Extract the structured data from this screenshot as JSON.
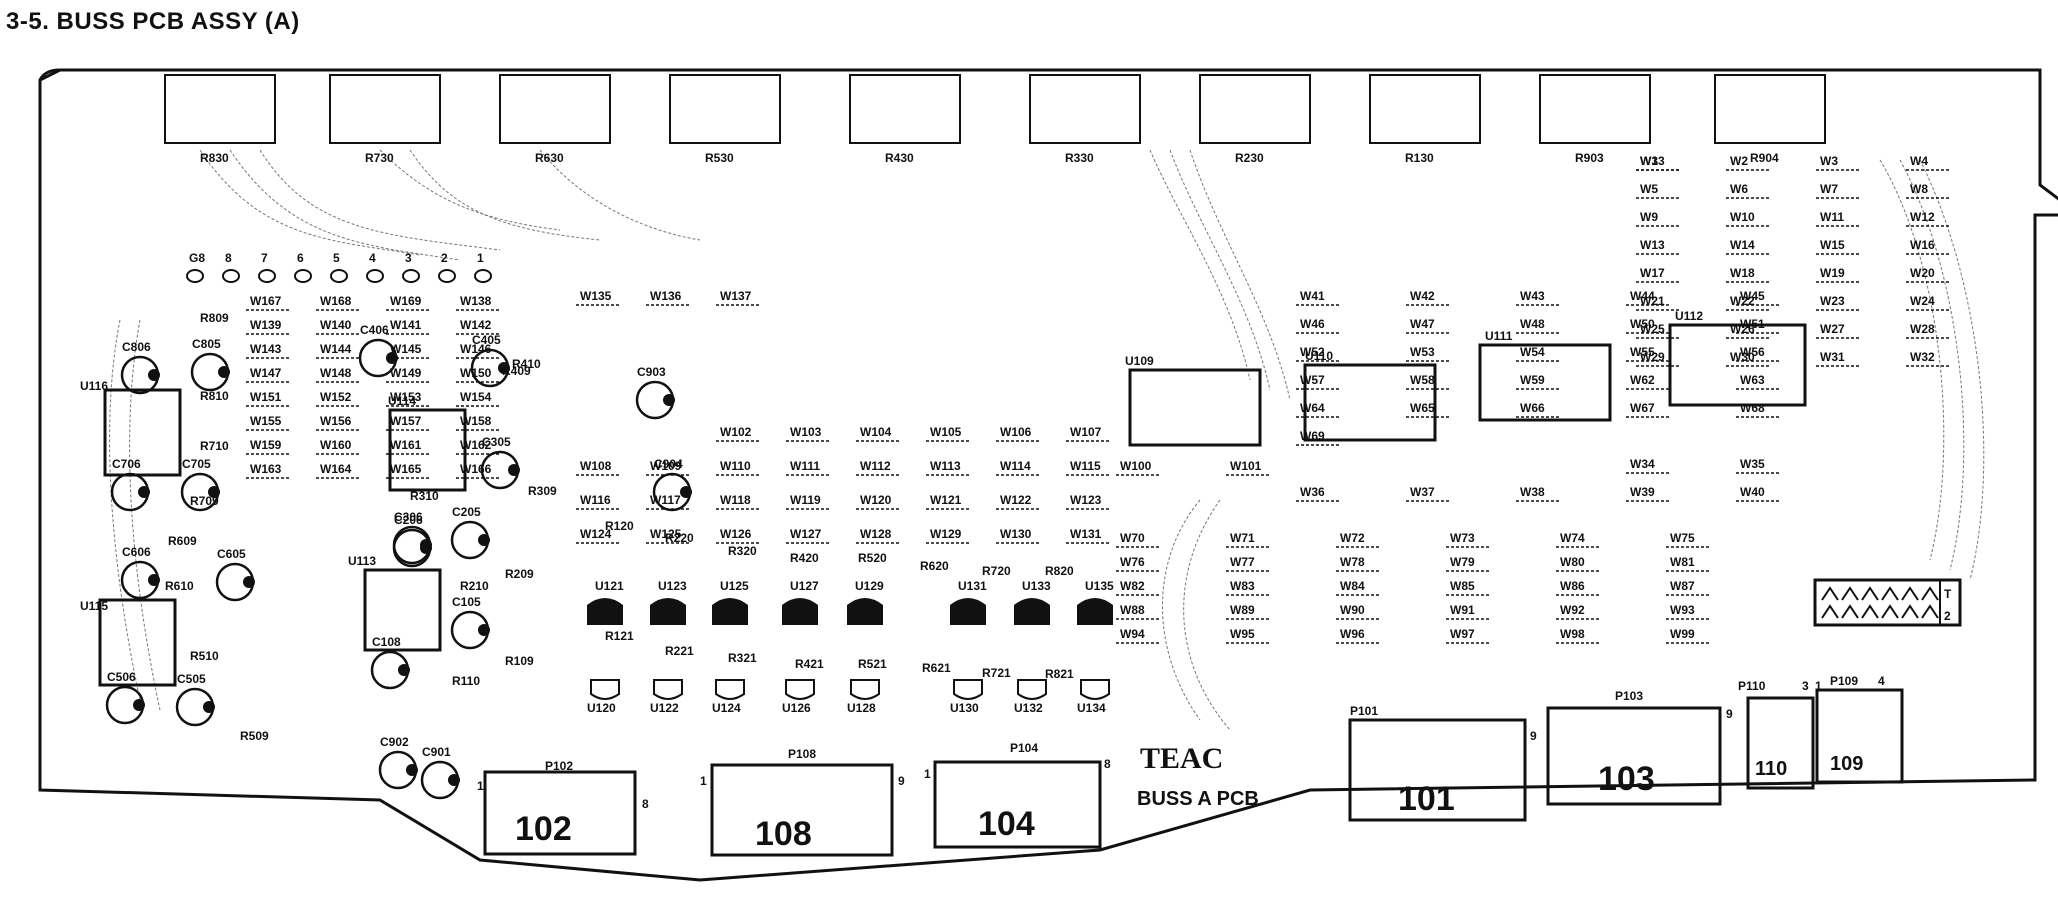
{
  "title": "3-5. BUSS PCB ASSY (A)",
  "brand": "TEAC",
  "board_label": "BUSS A PCB",
  "top_resistors": [
    "R830",
    "R730",
    "R630",
    "R530",
    "R430",
    "R330",
    "R230",
    "R130",
    "R903",
    "R904"
  ],
  "terminals": [
    "G8",
    "8",
    "7",
    "6",
    "5",
    "4",
    "3",
    "2",
    "1"
  ],
  "ics": [
    "U116",
    "U115",
    "U114",
    "U113",
    "U109",
    "U110",
    "U111",
    "U112"
  ],
  "regulators": {
    "top": [
      "U121",
      "U123",
      "U125",
      "U127",
      "U129",
      "U131",
      "U133",
      "U135"
    ],
    "bottom": [
      "U120",
      "U122",
      "U124",
      "U126",
      "U128",
      "U130",
      "U132",
      "U134"
    ]
  },
  "connectors": [
    {
      "ref": "P102",
      "number": "102",
      "pin_start": "1",
      "pin_end": "8"
    },
    {
      "ref": "P108",
      "number": "108",
      "pin_start": "1",
      "pin_end": "9"
    },
    {
      "ref": "P104",
      "number": "104",
      "pin_start": "1",
      "pin_end": "8"
    },
    {
      "ref": "P101",
      "number": "101",
      "pin_start": "",
      "pin_end": "9"
    },
    {
      "ref": "P103",
      "number": "103",
      "pin_start": "",
      "pin_end": "9"
    },
    {
      "ref": "P110",
      "number": "110",
      "pin_start": "",
      "pin_end": "3"
    },
    {
      "ref": "P109",
      "number": "109",
      "pin_start": "1",
      "pin_end": "4"
    }
  ],
  "capacitors": [
    "C806",
    "C805",
    "C706",
    "C705",
    "C606",
    "C605",
    "C506",
    "C505",
    "C406",
    "C405",
    "C305",
    "C306",
    "C206",
    "C205",
    "C105",
    "C108",
    "C903",
    "C904",
    "C901",
    "C902"
  ],
  "resistors": [
    "R809",
    "R810",
    "R710",
    "R709",
    "R609",
    "R610",
    "R510",
    "R509",
    "R410",
    "R409",
    "R310",
    "R309",
    "R210",
    "R209",
    "R110",
    "R109",
    "R120",
    "R121",
    "R220",
    "R221",
    "R320",
    "R321",
    "R420",
    "R421",
    "R520",
    "R521",
    "R620",
    "R621",
    "R720",
    "R721",
    "R820",
    "R821"
  ],
  "jumpers": [
    "W1",
    "W2",
    "W3",
    "W4",
    "W5",
    "W6",
    "W7",
    "W8",
    "W9",
    "W10",
    "W11",
    "W12",
    "W13",
    "W14",
    "W15",
    "W16",
    "W17",
    "W18",
    "W19",
    "W20",
    "W21",
    "W22",
    "W23",
    "W24",
    "W25",
    "W26",
    "W27",
    "W28",
    "W29",
    "W30",
    "W31",
    "W32",
    "W33",
    "W34",
    "W35",
    "W36",
    "W37",
    "W38",
    "W39",
    "W40",
    "W41",
    "W42",
    "W43",
    "W44",
    "W45",
    "W46",
    "W47",
    "W48",
    "W50",
    "W51",
    "W52",
    "W53",
    "W54",
    "W55",
    "W56",
    "W57",
    "W58",
    "W59",
    "W62",
    "W63",
    "W64",
    "W65",
    "W66",
    "W67",
    "W68",
    "W69",
    "W70",
    "W71",
    "W72",
    "W73",
    "W74",
    "W75",
    "W76",
    "W77",
    "W78",
    "W79",
    "W80",
    "W81",
    "W82",
    "W83",
    "W84",
    "W85",
    "W86",
    "W87",
    "W88",
    "W89",
    "W90",
    "W91",
    "W92",
    "W93",
    "W94",
    "W95",
    "W96",
    "W97",
    "W98",
    "W99",
    "W100",
    "W101",
    "W102",
    "W103",
    "W104",
    "W105",
    "W106",
    "W107",
    "W108",
    "W109",
    "W110",
    "W111",
    "W112",
    "W113",
    "W114",
    "W115",
    "W116",
    "W117",
    "W118",
    "W119",
    "W120",
    "W121",
    "W122",
    "W123",
    "W124",
    "W125",
    "W126",
    "W127",
    "W128",
    "W129",
    "W130",
    "W131",
    "W135",
    "W136",
    "W137",
    "W138",
    "W139",
    "W140",
    "W141",
    "W142",
    "W143",
    "W144",
    "W145",
    "W146",
    "W147",
    "W148",
    "W149",
    "W150",
    "W151",
    "W152",
    "W153",
    "W154",
    "W155",
    "W156",
    "W157",
    "W158",
    "W159",
    "W160",
    "W161",
    "W162",
    "W163",
    "W164",
    "W165",
    "W166",
    "W167",
    "W168",
    "W169"
  ],
  "switch_labels": [
    "T",
    "2"
  ]
}
